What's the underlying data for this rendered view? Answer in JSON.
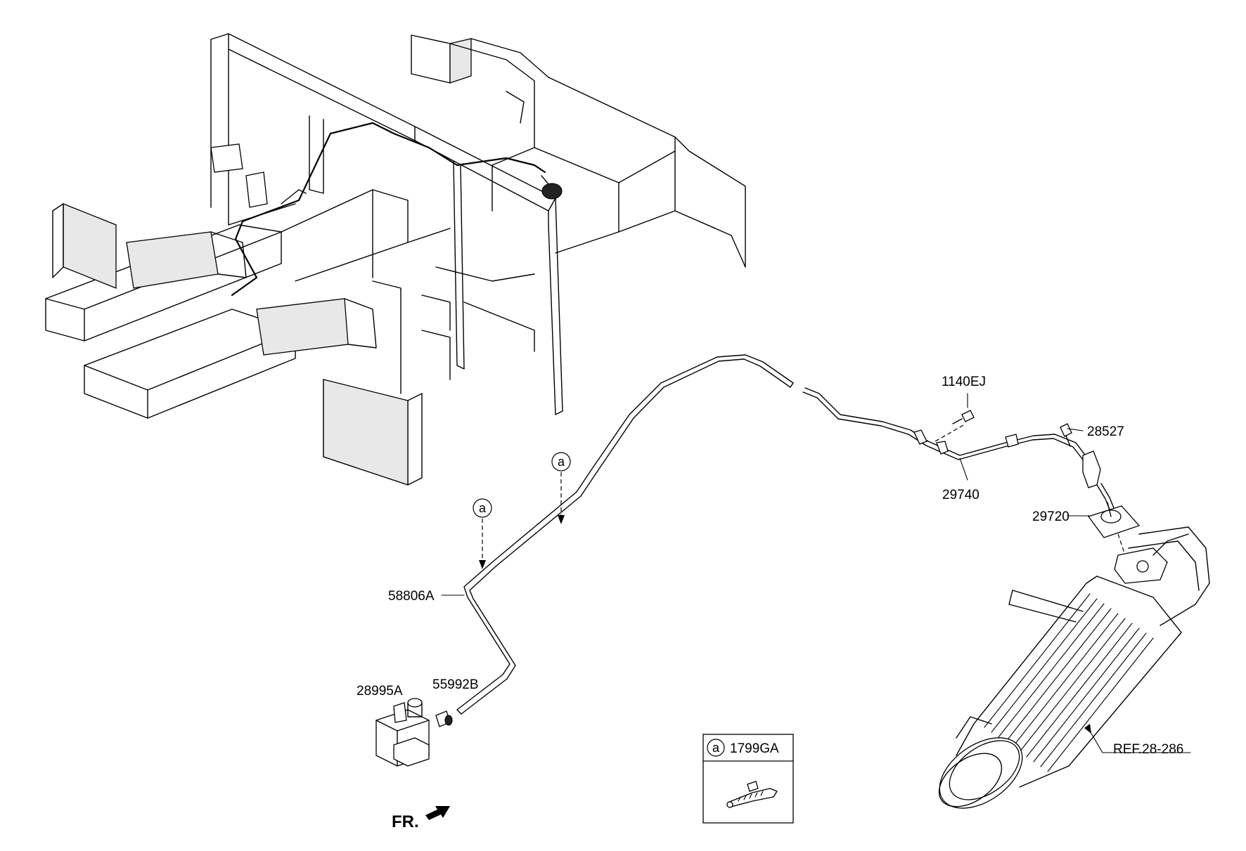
{
  "callouts": {
    "ref_a_1": "a",
    "ref_a_2": "a",
    "ref_a_legend": "a"
  },
  "labels": {
    "p_1140EJ": "1140EJ",
    "p_28527": "28527",
    "p_29740": "29740",
    "p_29720": "29720",
    "p_58806A": "58806A",
    "p_28995A": "28995A",
    "p_55992B": "55992B",
    "p_1799GA": "1799GA",
    "p_ref": "REF.28-286"
  },
  "direction": {
    "front_label": "FR."
  }
}
